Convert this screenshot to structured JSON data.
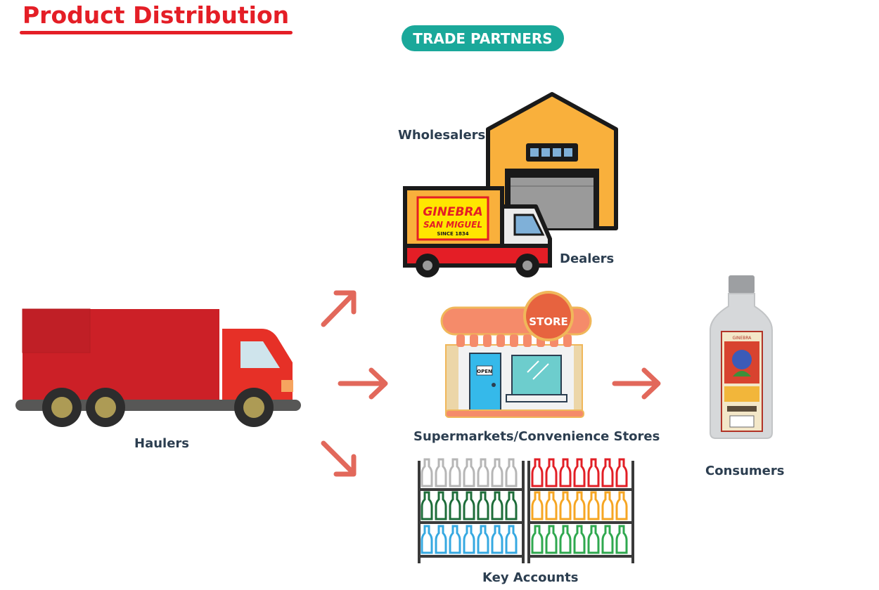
{
  "title": "Product Distribution",
  "section_label": "TRADE PARTNERS",
  "nodes": {
    "haulers": "Haulers",
    "wholesalers": "Wholesalers",
    "dealers": "Dealers",
    "stores": "Supermarkets/Convenience Stores",
    "key_accounts": "Key Accounts",
    "consumers": "Consumers"
  },
  "truck_signage": {
    "line1": "GINEBRA",
    "line2": "SAN MIGUEL",
    "line3": "SINCE 1834"
  },
  "store_sign": "STORE",
  "door_sign": "OPEN",
  "colors": {
    "title": "#e41e26",
    "pill": "#1aa89a",
    "arrow": "#e2685b",
    "label": "#2c3e50",
    "hauler_truck": "#cc2027",
    "warehouse": "#f9b03c"
  }
}
